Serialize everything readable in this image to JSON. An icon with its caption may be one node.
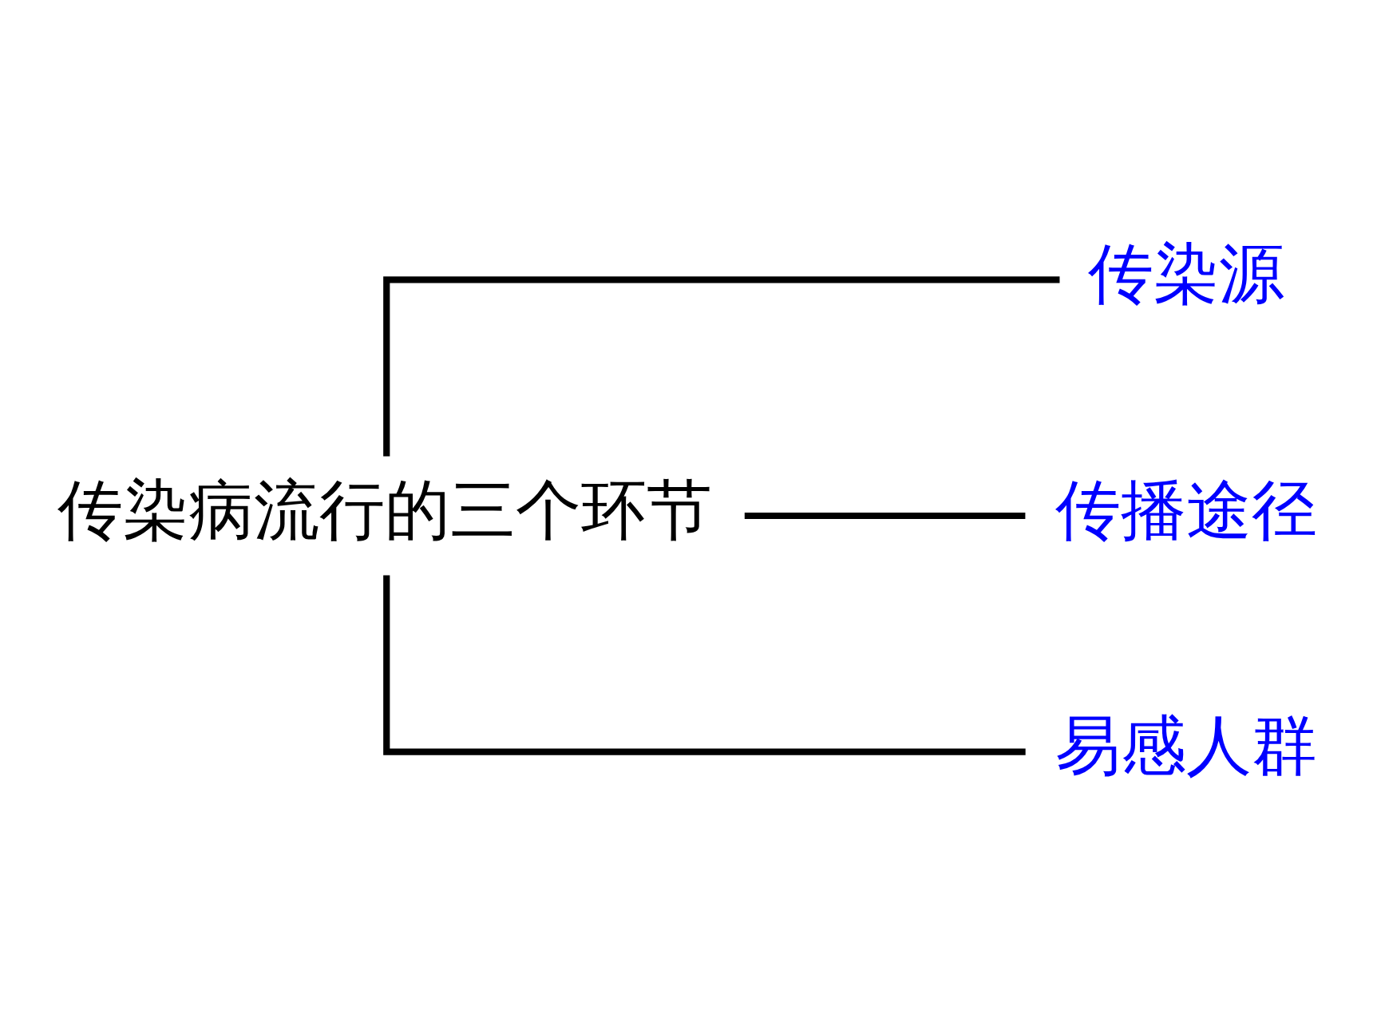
{
  "diagram": {
    "nodes": [
      {
        "text": [
          "传染病流行的三个环节"
        ]
      },
      {
        "text": [
          "传染源"
        ]
      },
      {
        "text": [
          "传播途径"
        ]
      },
      {
        "text": [
          "易感人群"
        ]
      }
    ],
    "edges": [
      {
        "from": 0,
        "to": 1,
        "arrow": "none"
      },
      {
        "from": 0,
        "to": 2,
        "arrow": "none"
      },
      {
        "from": 0,
        "to": 3,
        "arrow": "none"
      }
    ]
  }
}
